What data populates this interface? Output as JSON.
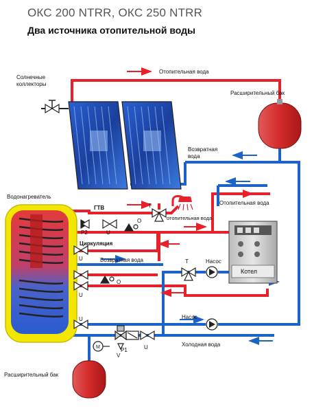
{
  "title": "ОКС 200 NTRR, ОКС 250 NTRR",
  "subtitle": "Два источника отопительной воды",
  "labels": {
    "solar_collectors_line1": "Солнечные",
    "solar_collectors_line2": "коллекторы",
    "heating_water_top": "Отопительная вода",
    "expansion_tank_top": "Расширительный бак",
    "return_water_line1": "Возвратная",
    "return_water_line2": "вода",
    "water_heater": "Водонагреватель",
    "gtv": "ГТВ",
    "t_valve_top": "T",
    "heating_water_right": "Отопительная вода",
    "heating_water_mid": "отопительная вода",
    "p2": "P2",
    "u1": "U",
    "o1": "O",
    "circulation": "Циркуляция",
    "u2": "U",
    "return_water_mid": "Возвратная вода",
    "t_valve_mid": "T",
    "pump1": "Насос",
    "boiler": "Котел",
    "u3": "U",
    "o2": "O",
    "u4": "U",
    "pump2": "Насос",
    "m": "M",
    "p1": "P1",
    "v": "V",
    "u5": "U",
    "cold_water": "Холодная вода",
    "expansion_tank_bottom": "Расширительный бак"
  },
  "colors": {
    "hot": "#e8202a",
    "cold": "#1c63c9",
    "tank_red": "#d42a2a",
    "heater_yellow": "#f3e600",
    "panel_blue": "#1d4fb8",
    "boiler_body": "#d8d8d8"
  }
}
